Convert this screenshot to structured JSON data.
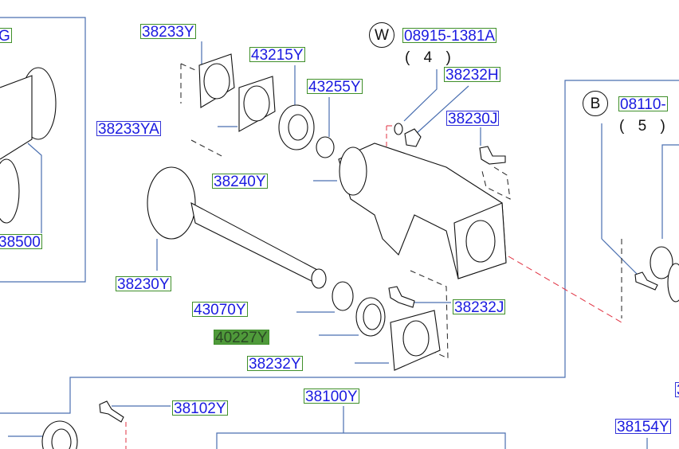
{
  "labels": {
    "g_partial": "G",
    "p38233Y": "38233Y",
    "p43215Y": "43215Y",
    "p43255Y": "43255Y",
    "p38233YA": "38233YA",
    "p38240Y": "38240Y",
    "p38500": "38500",
    "p38230Y": "38230Y",
    "p43070Y": "43070Y",
    "p40227Y": "40227Y",
    "p38232Y": "38232Y",
    "p08915": "08915-1381A",
    "p38232H": "38232H",
    "p38230J": "38230J",
    "p38232J": "38232J",
    "p08110": "08110-",
    "p38100Y": "38100Y",
    "p38102Y": "38102Y",
    "p38154Y": "38154Y",
    "p3_partial": "3"
  },
  "markers": {
    "w": "W",
    "b": "B"
  },
  "quantities": {
    "w_qty": "( 4 )",
    "b_qty": "( 5 )"
  },
  "colors": {
    "label_text": "#1a1ae0",
    "green_border": "#3f8f2a",
    "blue_border": "#3434d8",
    "highlight": "#4f9a3a",
    "frame": "#4a6fb0",
    "hidden_line": "#e03040"
  }
}
